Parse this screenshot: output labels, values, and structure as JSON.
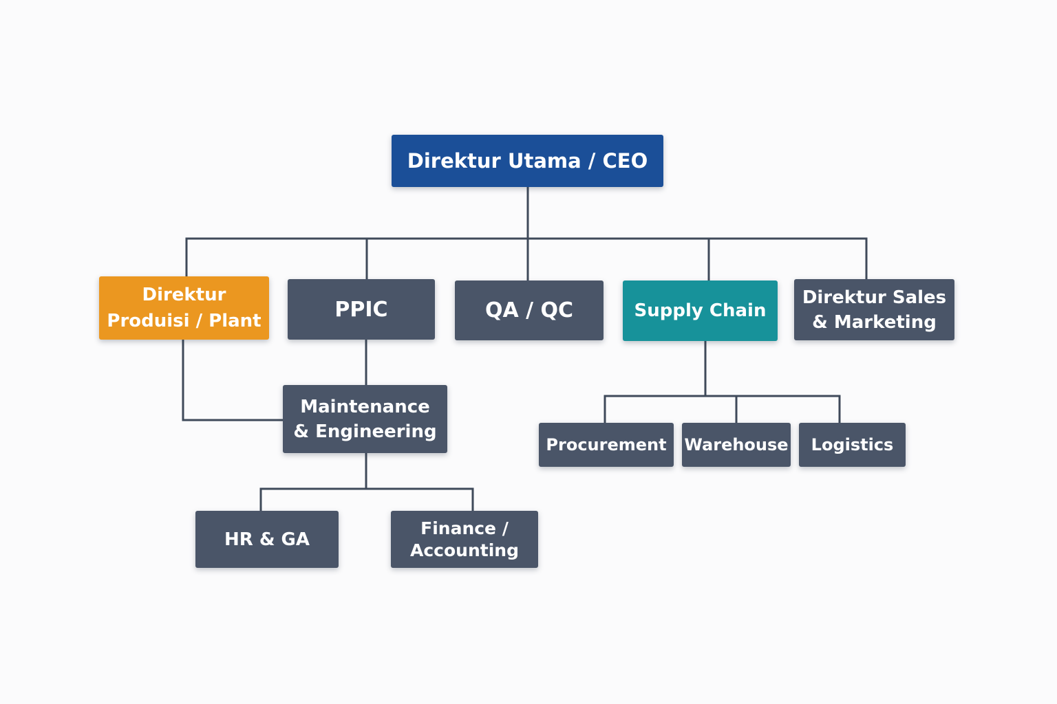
{
  "org_chart": {
    "ceo": "Direktur Utama / CEO",
    "level2": {
      "produksi": "Direktur\nProduisi / Plant",
      "ppic": "PPIC",
      "qa_qc": "QA / QC",
      "supply_chain": "Supply Chain",
      "sales_marketing": "Direktur Sales\n& Marketing"
    },
    "level3": {
      "maintenance": "Maintenance\n& Engineering",
      "procurement": "Procurement",
      "warehouse": "Warehouse",
      "logistics": "Logistics"
    },
    "level4": {
      "hr_ga": "HR & GA",
      "finance": "Finance /\nAccounting"
    }
  },
  "colors": {
    "ceo": "#1b4f98",
    "production": "#eb9720",
    "supply_chain": "#17929a",
    "department": "#4a5568",
    "connector": "#3f4a5a",
    "background": "#fbfbfc"
  }
}
